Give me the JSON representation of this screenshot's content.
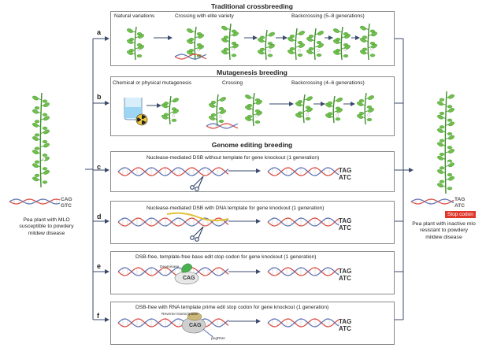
{
  "sections": {
    "traditional": "Traditional crossbreeding",
    "mutagenesis": "Mutagenesis breeding",
    "genome": "Genome editing breeding"
  },
  "rows": {
    "a": {
      "letter": "a",
      "natural": "Natural variations",
      "crossing": "Crossing with elite variety",
      "backcross": "Backcrossing (5–8 generations)"
    },
    "b": {
      "letter": "b",
      "mutagenesis": "Chemical or physical mutagenesis",
      "crossing": "Crossing",
      "backcross": "Backcrossing (4–6 generations)"
    },
    "c": {
      "letter": "c",
      "title": "Nuclease-mediated DSB without template for gene knockout (1 generation)"
    },
    "d": {
      "letter": "d",
      "title": "Nuclease-mediated DSB with DNA template for gene knockout (1 generation)"
    },
    "e": {
      "letter": "e",
      "title": "DSB-free, template-free base edit stop codon for gene knockout (1 generation)",
      "enzyme": "Deaminase",
      "codon": "CAG"
    },
    "f": {
      "letter": "f",
      "title": "DSB-free with RNA template prime edit stop codon for gene knockout (1 generation)",
      "enzyme": "Reverse transcriptase",
      "codon": "CAG",
      "guide": "pegRNA"
    }
  },
  "left": {
    "caption": [
      "Pea plant with MLO",
      "susceptible to powdery",
      "mildew disease"
    ],
    "codon_top": "CAG",
    "codon_bottom": "GTC"
  },
  "right": {
    "caption": [
      "Pea plant with inactive mlo",
      "resistant to powdery",
      "mildew disease"
    ],
    "codon_top": "TAG",
    "codon_bottom": "ATC",
    "stop": "Stop codon"
  },
  "edited": {
    "top": "TAG",
    "bottom": "ATC"
  },
  "colors": {
    "leaf": "#6fbf4a",
    "leaf_dark": "#3f8f2c",
    "dna_red": "#d9463b",
    "dna_blue": "#5b6fb0",
    "stop": "#e0382b",
    "enzyme": "#4caf50"
  }
}
